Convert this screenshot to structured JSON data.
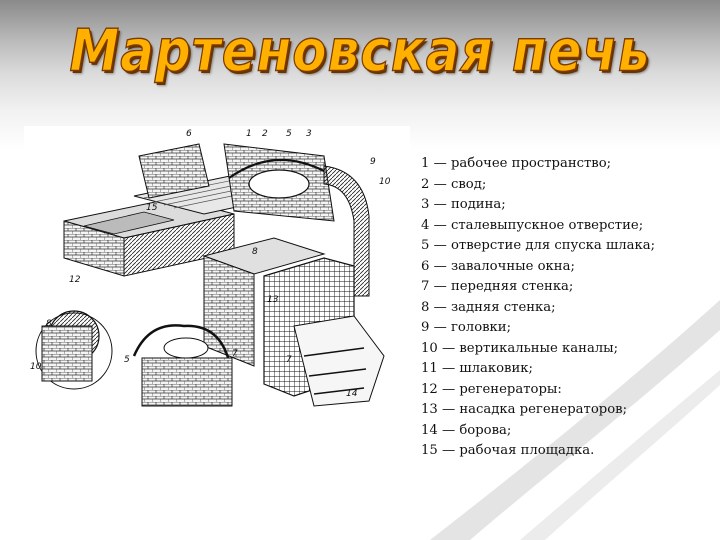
{
  "slide": {
    "title": "Мартеновская печь",
    "figure_labels": [
      "6",
      "1",
      "2",
      "5",
      "3",
      "9",
      "10",
      "15",
      "12",
      "8",
      "13",
      "7",
      "14",
      "10",
      "5",
      "8",
      "7"
    ],
    "legend": [
      "1 — рабочее пространство;",
      "2 — свод;",
      "3 — подина;",
      "4 — сталевыпускное отверстие;",
      "5 — отверстие для спуска шлака;",
      "6 — завалочные окна;",
      "7 — передняя стенка;",
      "8 — задняя стенка;",
      "9 — головки;",
      "10 — вертикальные каналы;",
      "11 — шлаковик;",
      "12 — регенераторы:",
      "13 — насадка регенераторов;",
      "14 — борова;",
      "15 — рабочая площадка."
    ]
  }
}
